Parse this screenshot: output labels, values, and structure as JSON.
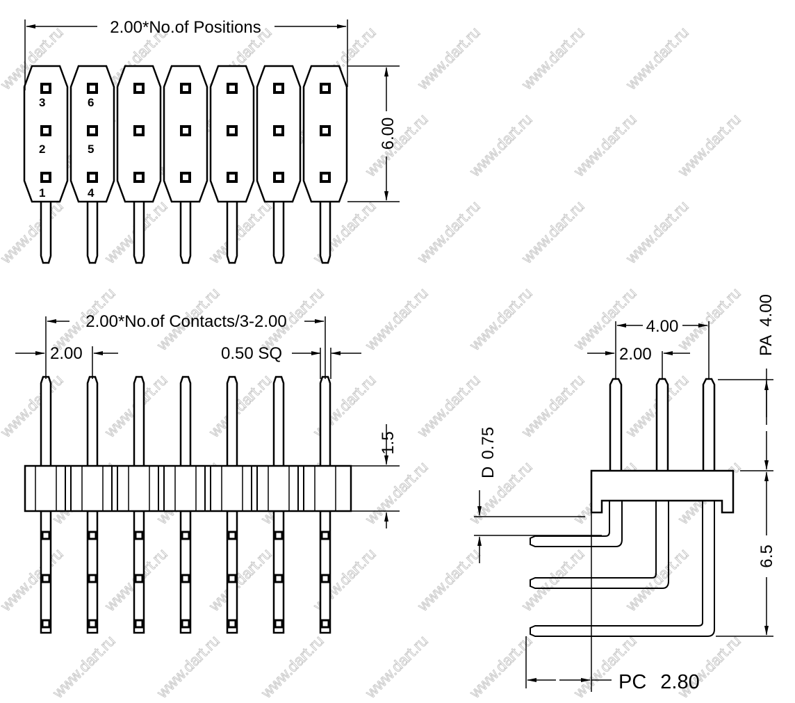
{
  "watermark": "www.dart.ru",
  "top_view": {
    "width_dim": "2.00*No.of Positions",
    "height_dim": "6.00",
    "pin_numbers": [
      "3",
      "2",
      "1",
      "6",
      "5",
      "4"
    ],
    "columns": 7
  },
  "side_view": {
    "length_dim": "2.00*No.of Contacts/3-2.00",
    "pitch_dim": "2.00",
    "pin_size_dim": "0.50 SQ",
    "body_height_dim": "1.5"
  },
  "right_angle_view": {
    "span_dim": "4.00",
    "pitch_dim": "2.00",
    "pa_label": "PA",
    "pa_value": "4.00",
    "d_label": "D",
    "d_value": "0.75",
    "body_dim": "6.5",
    "pc_label": "PC",
    "pc_value": "2.80"
  }
}
